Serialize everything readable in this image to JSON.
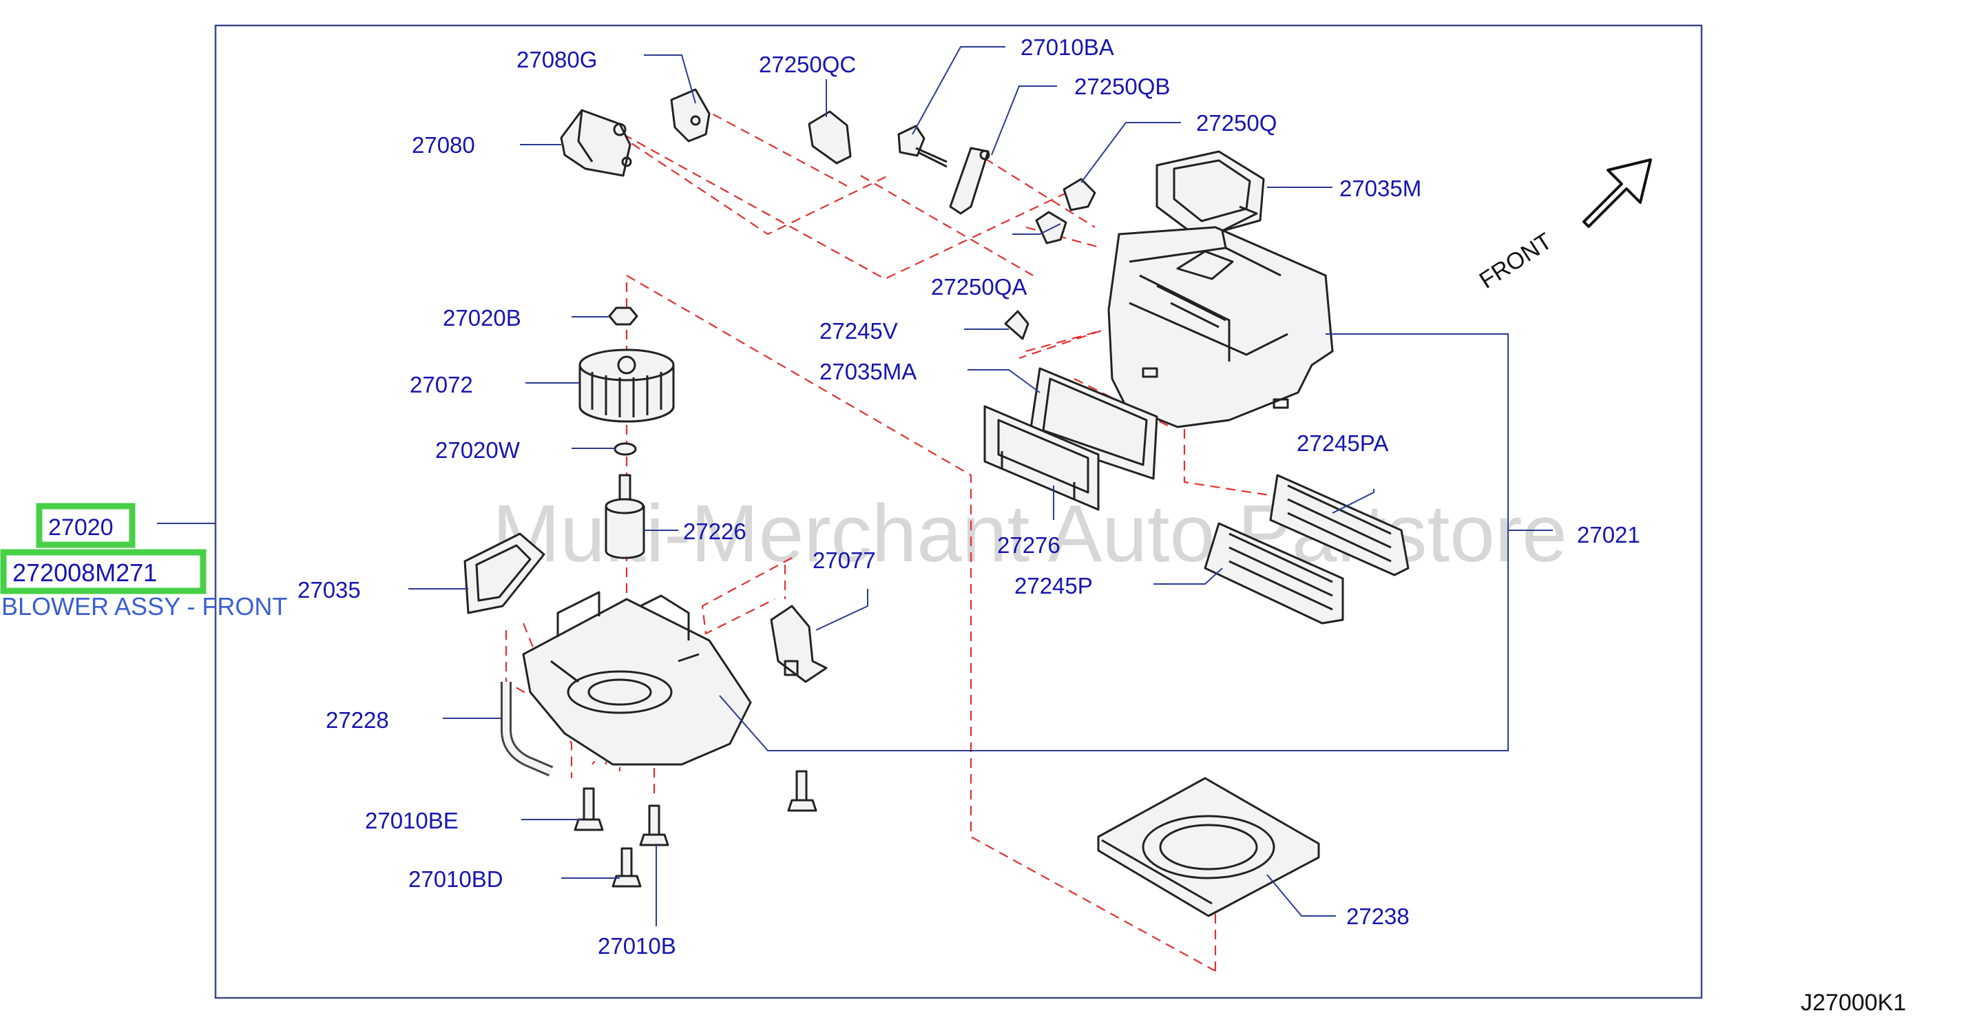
{
  "title_code": "J27000K1",
  "watermark": "Multi-Merchant Auto Partstore",
  "front_label": "FRONT",
  "assembly": {
    "part_no": "27020",
    "oem_no": "272008M271",
    "description": "BLOWER ASSY - FRONT"
  },
  "callouts": {
    "p27080G": "27080G",
    "p27080": "27080",
    "p27250QC": "27250QC",
    "p27010BA": "27010BA",
    "p27250QB": "27250QB",
    "p27250Q": "27250Q",
    "p27035M": "27035M",
    "p27250QA": "27250QA",
    "p27245V": "27245V",
    "p27035MA": "27035MA",
    "p27245PA": "27245PA",
    "p27021": "27021",
    "p27276": "27276",
    "p27245P": "27245P",
    "p27020B": "27020B",
    "p27072": "27072",
    "p27020W": "27020W",
    "p27226": "27226",
    "p27077": "27077",
    "p27035": "27035",
    "p27228": "27228",
    "p27010BE": "27010BE",
    "p27010BD": "27010BD",
    "p27010B": "27010B",
    "p27238": "27238"
  },
  "colors": {
    "callout_text": "#1515b0",
    "dashed_guides": "#e03030",
    "highlight": "#47d047",
    "frame": "#3a4a8a"
  }
}
